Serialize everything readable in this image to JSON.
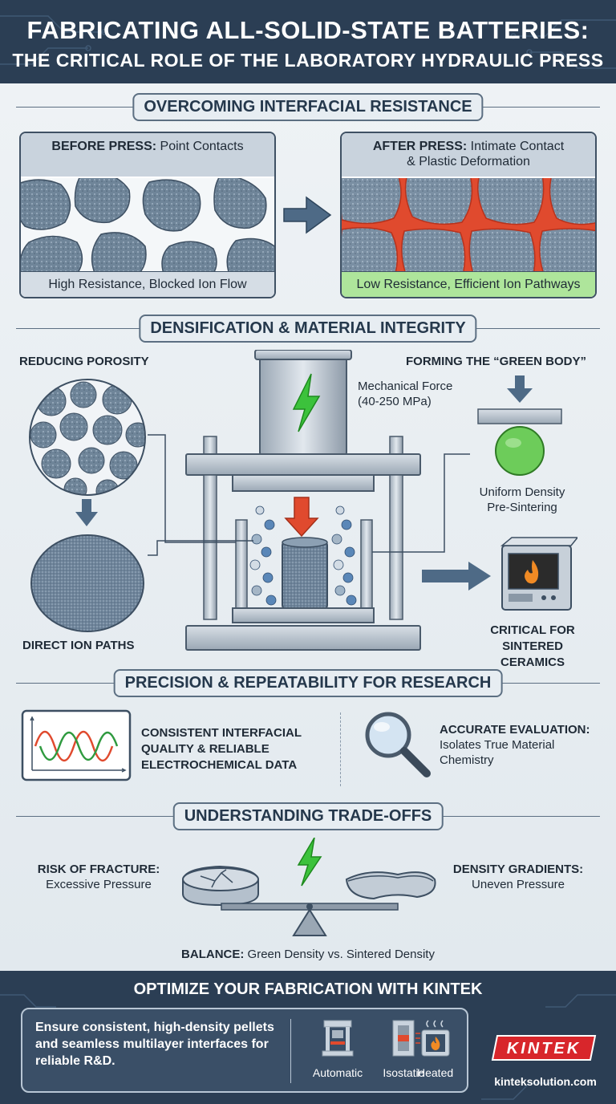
{
  "header": {
    "title": "FABRICATING ALL-SOLID-STATE BATTERIES:",
    "subtitle": "THE CRITICAL ROLE OF THE LABORATORY HYDRAULIC PRESS"
  },
  "section1": {
    "heading": "OVERCOMING INTERFACIAL RESISTANCE",
    "before": {
      "title_bold": "BEFORE PRESS:",
      "title_rest": " Point Contacts",
      "footer": "High Resistance, Blocked Ion Flow"
    },
    "after": {
      "title_bold": "AFTER PRESS:",
      "title_rest": " Intimate Contact",
      "title_line2": "& Plastic Deformation",
      "footer": "Low Resistance, Efficient Ion Pathways"
    }
  },
  "section2": {
    "heading": "DENSIFICATION & MATERIAL INTEGRITY",
    "reducing_porosity": "REDUCING POROSITY",
    "direct_ion_paths": "DIRECT ION PATHS",
    "force_line1": "Mechanical Force",
    "force_line2": "(40-250 MPa)",
    "green_body": "FORMING THE “GREEN BODY”",
    "uniform_line1": "Uniform Density",
    "uniform_line2": "Pre-Sintering",
    "critical_line1": "CRITICAL FOR",
    "critical_line2": "SINTERED CERAMICS"
  },
  "section3": {
    "heading": "PRECISION & REPEATABILITY FOR RESEARCH",
    "left_line1": "CONSISTENT INTERFACIAL",
    "left_line2": "QUALITY & RELIABLE",
    "left_line3": "ELECTROCHEMICAL DATA",
    "right_bold": "ACCURATE EVALUATION:",
    "right_line2": "Isolates True Material",
    "right_line3": "Chemistry"
  },
  "section4": {
    "heading": "UNDERSTANDING TRADE-OFFS",
    "fracture_bold": "RISK OF FRACTURE:",
    "fracture_rest": "Excessive Pressure",
    "gradient_bold": "DENSITY GRADIENTS:",
    "gradient_rest": "Uneven Pressure",
    "balance_bold": "BALANCE:",
    "balance_rest": " Green Density vs. Sintered Density"
  },
  "cta": {
    "title": "OPTIMIZE YOUR FABRICATION WITH KINTEK",
    "body": "Ensure consistent, high-density pellets and seamless multilayer interfaces for reliable R&D.",
    "options": [
      "Automatic",
      "Isostatic",
      "Heated"
    ],
    "logo": "KINTEK",
    "website": "kinteksolution.com"
  },
  "colors": {
    "navy": "#2b3e54",
    "red_pathway": "#e04a2e",
    "green_bolt": "#3cc23c",
    "green_footer": "#aee59b",
    "kintek_red": "#d8262b"
  }
}
